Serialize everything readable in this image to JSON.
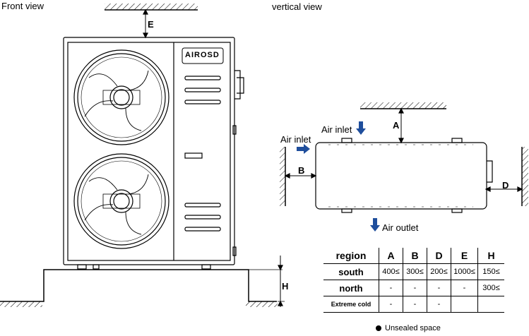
{
  "titles": {
    "front": "Front view",
    "vertical": "vertical view"
  },
  "brand": "AIROSD",
  "dims": {
    "E": "E",
    "H": "H",
    "A": "A",
    "B": "B",
    "D": "D"
  },
  "air": {
    "inlet_top": "Air inlet",
    "inlet_side": "Air inlet",
    "outlet": "Air outlet"
  },
  "table": {
    "header": [
      "region",
      "A",
      "B",
      "D",
      "E",
      "H"
    ],
    "rows": [
      [
        "south",
        "400≤",
        "300≤",
        "200≤",
        "1000≤",
        "150≤"
      ],
      [
        "north",
        "-",
        "-",
        "-",
        "-",
        "300≤"
      ],
      [
        "Extreme cold",
        "-",
        "-",
        "-",
        "",
        ""
      ]
    ]
  },
  "legend": "Unsealed space"
}
